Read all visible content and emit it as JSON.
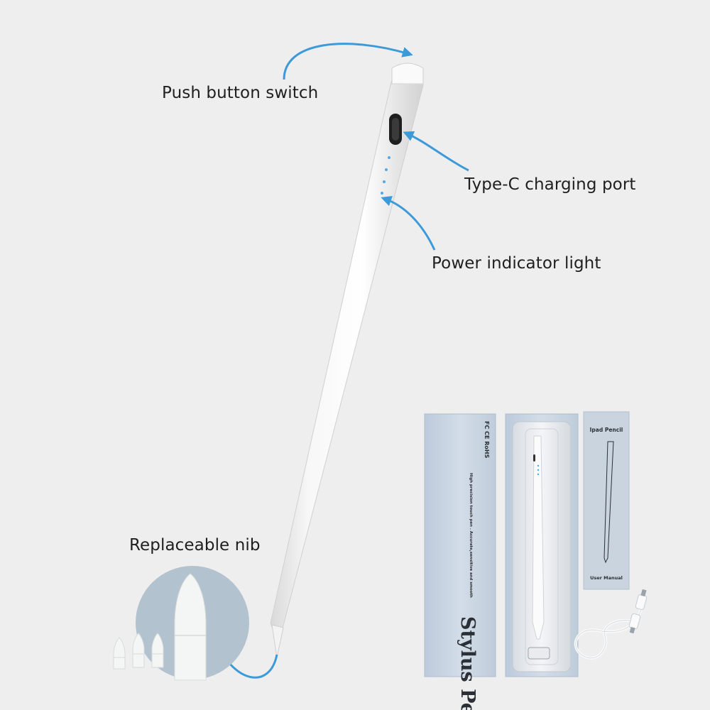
{
  "callouts": {
    "push_button": "Push button switch",
    "type_c_port": "Type-C charging port",
    "power_light": "Power indicator light",
    "replaceable_nib": "Replaceable nib"
  },
  "box": {
    "brand_title": "Stylus Pen",
    "tagline": "High precision touch pen . Accurate,sensitive and smooth",
    "cert_marks": "FC CE RoHS"
  },
  "manual": {
    "title": "Ipad Pencil",
    "footer": "User Manual"
  },
  "colors": {
    "background": "#eeeeef",
    "arrow": "#3d9ad8",
    "indicator": "#52a8e6",
    "pen": "#f8f8f8",
    "nib_circle": "#b3c2cf",
    "box": "#c7d3df"
  },
  "icons": [
    "curved-arrow-icon",
    "cert-marks-icon",
    "usb-c-cable"
  ]
}
